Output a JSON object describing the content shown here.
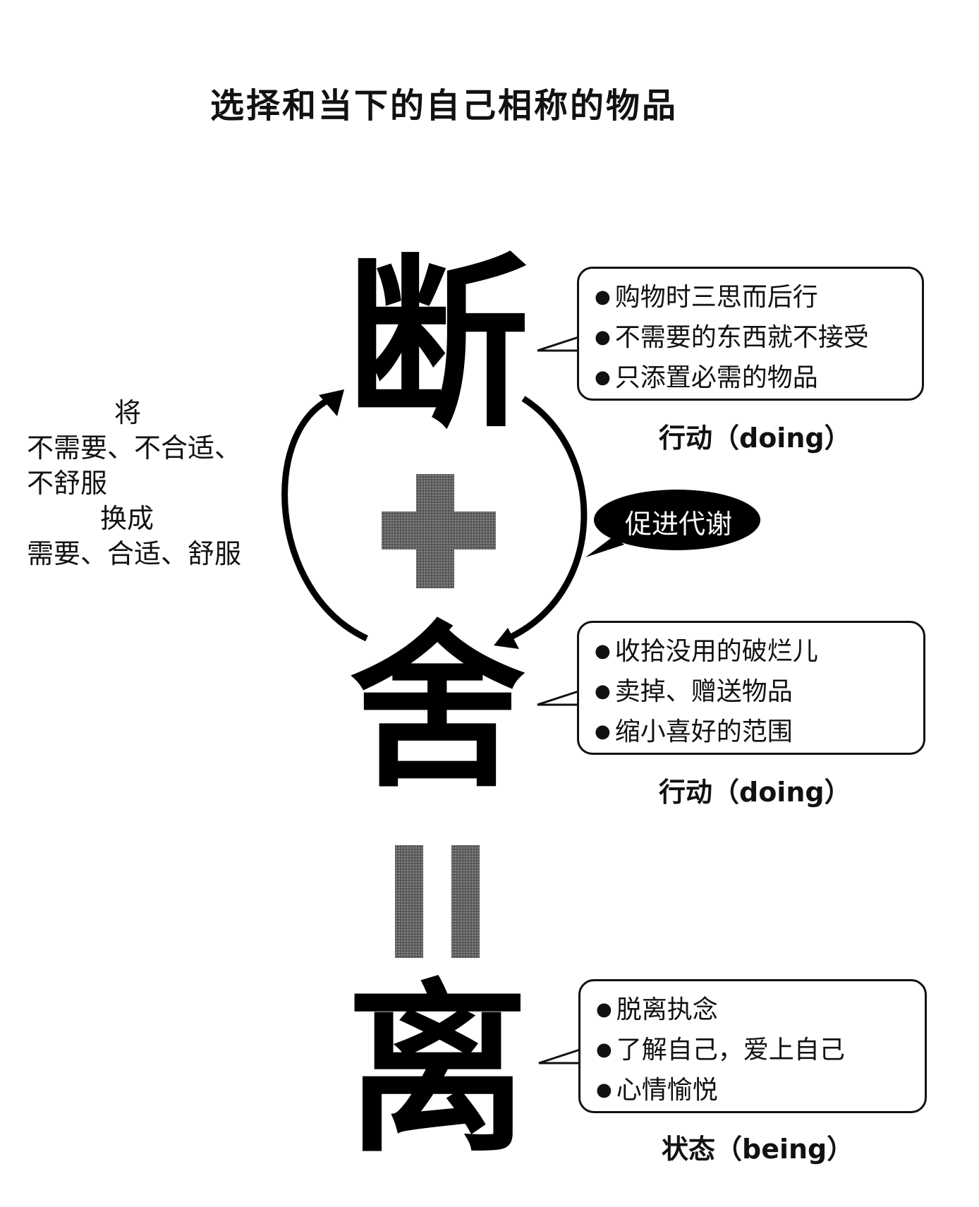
{
  "title": "选择和当下的自己相称的物品",
  "big_chars": {
    "dan": "断",
    "she": "舍",
    "li": "离"
  },
  "left_note": [
    "将",
    "不需要、不合适、",
    "不舒服",
    "换成",
    "需要、合适、舒服"
  ],
  "cycle_label": "促进代谢",
  "boxes": [
    {
      "items": [
        "购物时三思而后行",
        "不需要的东西就不接受",
        "只添置必需的物品"
      ],
      "tag": "行动（doing）"
    },
    {
      "items": [
        "收拾没用的破烂儿",
        "卖掉、赠送物品",
        "缩小喜好的范围"
      ],
      "tag": "行动（doing）"
    },
    {
      "items": [
        "脱离执念",
        "了解自己，爱上自己",
        "心情愉悦"
      ],
      "tag": "状态（being）"
    }
  ],
  "colors": {
    "ink": "#000000",
    "operator_gray": "#6e6e6e"
  }
}
